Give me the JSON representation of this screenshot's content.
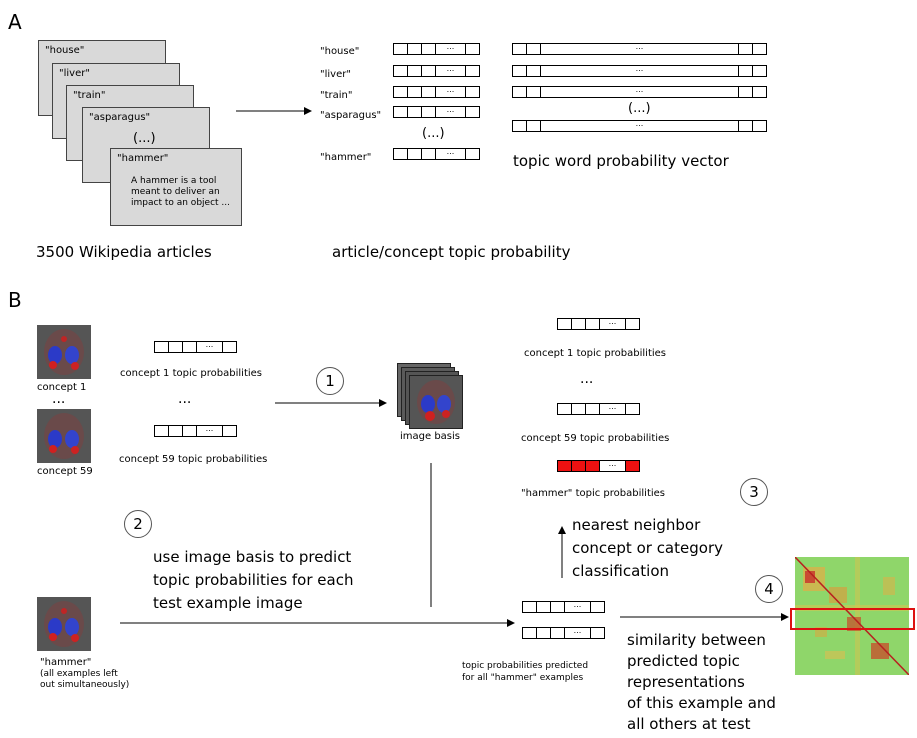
{
  "panel_a": {
    "label": "A",
    "articles": [
      "\"house\"",
      "\"liver\"",
      "\"train\"",
      "\"asparagus\"",
      "(...)",
      "\"hammer\""
    ],
    "article_text": [
      "A  hammer is a tool",
      "meant to deliver an",
      "impact to an object ..."
    ],
    "concepts": [
      "\"house\"",
      "\"liver\"",
      "\"train\"",
      "\"asparagus\"",
      "(...)",
      "\"hammer\""
    ],
    "ellipsis_cell": "...",
    "topic_vector_ellipsis": "(...)",
    "caption_articles": "3500 Wikipedia articles",
    "caption_concept_topic": "article/concept topic probability",
    "caption_topic_word": "topic word probability vector"
  },
  "panel_b": {
    "label": "B",
    "concept_1": "concept 1",
    "concept_59": "concept 59",
    "vdots": "...",
    "concept_1_topics": "concept 1 topic probabilities",
    "concept_59_topics": "concept 59 topic probabilities",
    "middle_dots": "...",
    "step_1": "1",
    "step_2": "2",
    "step_3": "3",
    "step_4": "4",
    "image_basis": "image basis",
    "right_concept_1_topics": "concept 1 topic probabilities",
    "right_dots": "...",
    "right_concept_59_topics": "concept 59 topic probabilities",
    "hammer_topics": "\"hammer\" topic probabilities",
    "step_2_text": [
      "use image basis to predict",
      "topic probabilities for each",
      "test example image"
    ],
    "step_3_text": [
      "nearest neighbor",
      "concept or category",
      "classification"
    ],
    "step_4_text": [
      "similarity between",
      "predicted topic",
      "representations",
      "of this example and",
      "all others at test"
    ],
    "hammer_label": "\"hammer\"",
    "hammer_sub": [
      "(all examples left",
      "out simultaneously)"
    ],
    "predicted_caption": [
      "topic probabilities predicted",
      "for all \"hammer\" examples"
    ],
    "colors": {
      "accent_red": "#ee1111",
      "highlight_box": "#dd1111",
      "matrix_green": "#8fd66a"
    }
  }
}
